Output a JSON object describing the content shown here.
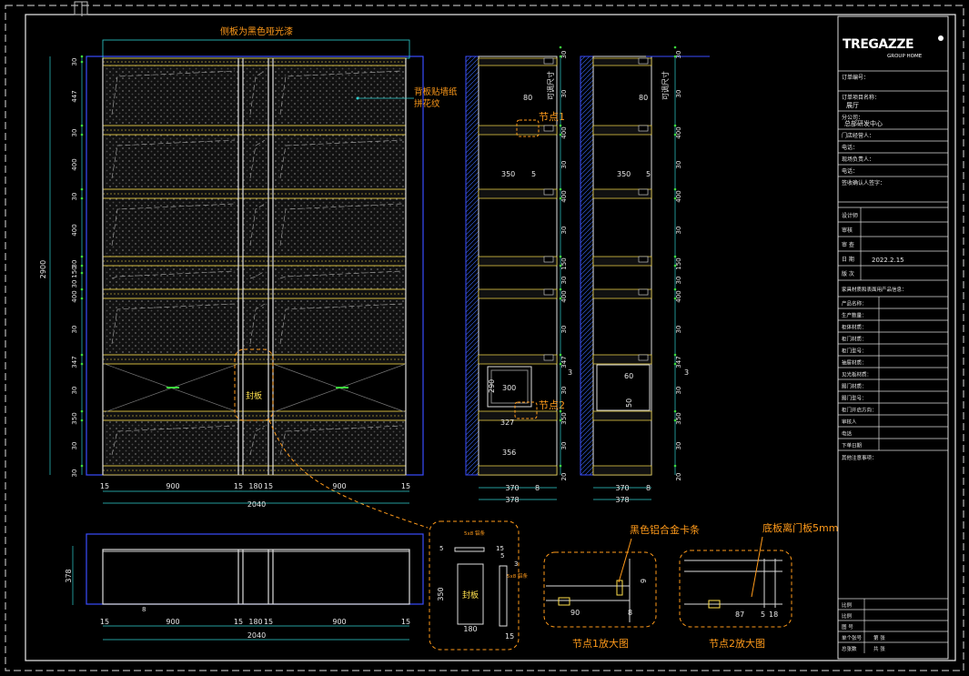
{
  "brand": {
    "logo_text": "TREGAZZE",
    "logo_sub": "GROUP HOME"
  },
  "front": {
    "top_note": "侧板为黑色哑光漆",
    "back_note_1": "背板贴墙纸",
    "back_note_2": "拼花纹",
    "seal_label": "封板",
    "height_total": "2900",
    "height_dims": [
      "30",
      "447",
      "30",
      "400",
      "30",
      "400",
      "30",
      "150",
      "30",
      "400",
      "30",
      "347",
      "30",
      "350",
      "30",
      "30"
    ],
    "width_dims": [
      "15",
      "900",
      "15",
      "180",
      "15",
      "900",
      "15"
    ],
    "width_total": "2040"
  },
  "section_a": {
    "node1": "节点1",
    "node2": "节点2",
    "adjustable": "可调尺寸",
    "dims_right": [
      "30",
      "30",
      "400",
      "30",
      "400",
      "30",
      "150",
      "30",
      "400",
      "30",
      "347",
      "30",
      "350",
      "30",
      "20"
    ],
    "inner_80": "80",
    "inner_350": "350",
    "inner_5": "5",
    "drawer_300": "300",
    "drawer_290": "290",
    "drawer_327": "327",
    "bottom_356": "356",
    "bottom_370": "370",
    "bottom_8": "8",
    "bottom_378": "378",
    "three": "3"
  },
  "section_b": {
    "adjustable": "可调尺寸",
    "inner_80": "80",
    "inner_350": "350",
    "inner_5": "5",
    "dim_60": "60",
    "dim_50": "50",
    "bottom_370": "370",
    "bottom_8": "8",
    "bottom_378": "378",
    "three": "3",
    "dims_right": [
      "30",
      "30",
      "400",
      "30",
      "400",
      "30",
      "150",
      "30",
      "400",
      "30",
      "347",
      "30",
      "350",
      "30",
      "20"
    ]
  },
  "plan": {
    "depth": "378",
    "width_dims": [
      "15",
      "900",
      "15",
      "180",
      "15",
      "900",
      "15"
    ],
    "width_total": "2040",
    "small_8": "8"
  },
  "detail_seal": {
    "label": "封板",
    "top_note": "5x8 铝条",
    "side_note": "5x8 铝条",
    "dim_350": "350",
    "dim_180": "180",
    "dim_15": "15",
    "dim_5a": "5",
    "dim_5b": "5",
    "dim_3": "3",
    "dim_15b": "15"
  },
  "detail1": {
    "note": "黑色铝合金卡条",
    "title": "节点1放大图",
    "dim_90": "90",
    "dim_8": "8",
    "dim_9": "9"
  },
  "detail2": {
    "note": "底板离门板5mm",
    "title": "节点2放大图",
    "dim_87": "87",
    "dim_5": "5",
    "dim_18": "18"
  },
  "title_block": {
    "rows_top": [
      {
        "label": "订单编号：",
        "value": ""
      },
      {
        "label": "订单项目名称：",
        "value": "展厅"
      },
      {
        "label": "分公司：",
        "value": "总部研发中心"
      },
      {
        "label": "门店经营人：",
        "value": ""
      },
      {
        "label": "电话：",
        "value": ""
      },
      {
        "label": "现场负责人：",
        "value": ""
      },
      {
        "label": "电话：",
        "value": ""
      },
      {
        "label": "签收确认人签字：",
        "value": ""
      }
    ],
    "rows_mid": [
      {
        "label": "设计师",
        "value": ""
      },
      {
        "label": "审核",
        "value": ""
      },
      {
        "label": "审 查",
        "value": ""
      },
      {
        "label": "日 期",
        "value": "2022.2.15"
      },
      {
        "label": "版 次",
        "value": ""
      }
    ],
    "section_note": "家具材质和表面用产品信息：",
    "rows_spec": [
      {
        "label": "产品名称："
      },
      {
        "label": "生产数量："
      },
      {
        "label": "柜体材质："
      },
      {
        "label": "柜门材质："
      },
      {
        "label": "柜门型号："
      },
      {
        "label": "抽屉材质："
      },
      {
        "label": "见光板材质："
      },
      {
        "label": "踢门材质："
      },
      {
        "label": "踢门型号："
      },
      {
        "label": "柜门开启方向："
      },
      {
        "label": "审核人"
      },
      {
        "label": "电话"
      },
      {
        "label": "下单日期"
      }
    ],
    "remarks_label": "其他注意事项：",
    "rows_bottom": [
      {
        "label": "比例",
        "value": ""
      },
      {
        "label": "比例",
        "value": ""
      },
      {
        "label": "图 号",
        "value": ""
      },
      {
        "label": "单个张号",
        "value": "第 张"
      },
      {
        "label": "总张数",
        "value": "共 张"
      }
    ]
  }
}
